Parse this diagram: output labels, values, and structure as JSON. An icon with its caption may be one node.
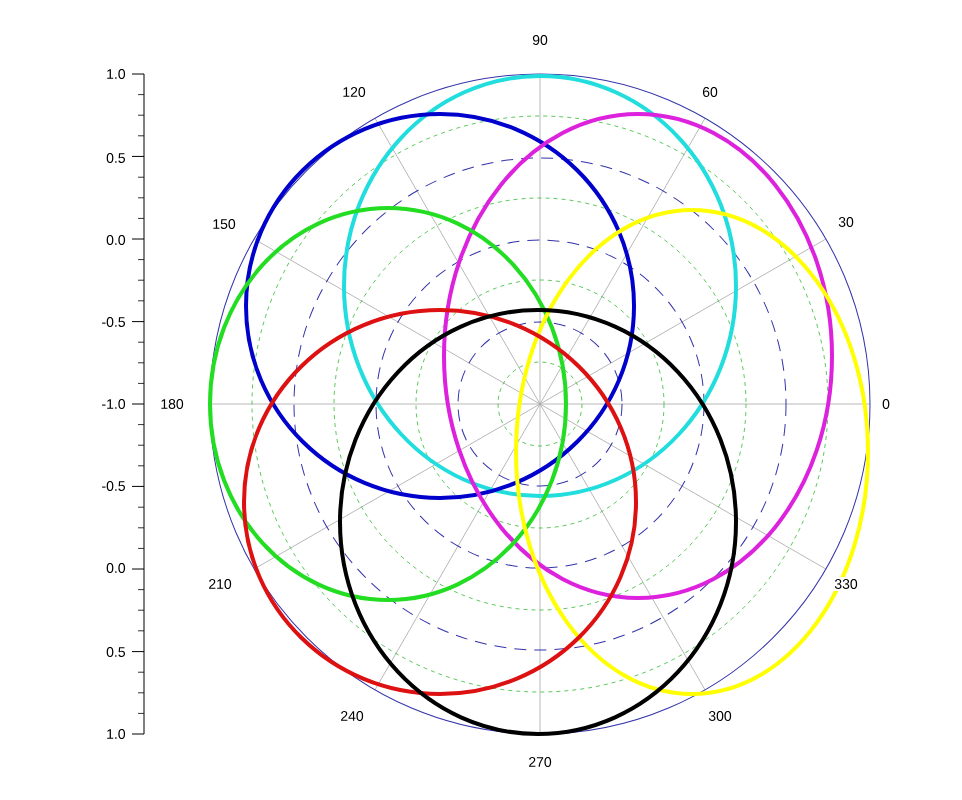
{
  "diagram": {
    "labels": [
      "90",
      "1.0",
      "120",
      "60",
      "0.5",
      "150",
      "0.0",
      "30",
      "-0.5",
      "-1.0",
      "180",
      "0",
      "-0.5",
      "0.0",
      "210",
      "330",
      "0.5",
      "240",
      "300",
      "1.0",
      "270"
    ]
  }
}
